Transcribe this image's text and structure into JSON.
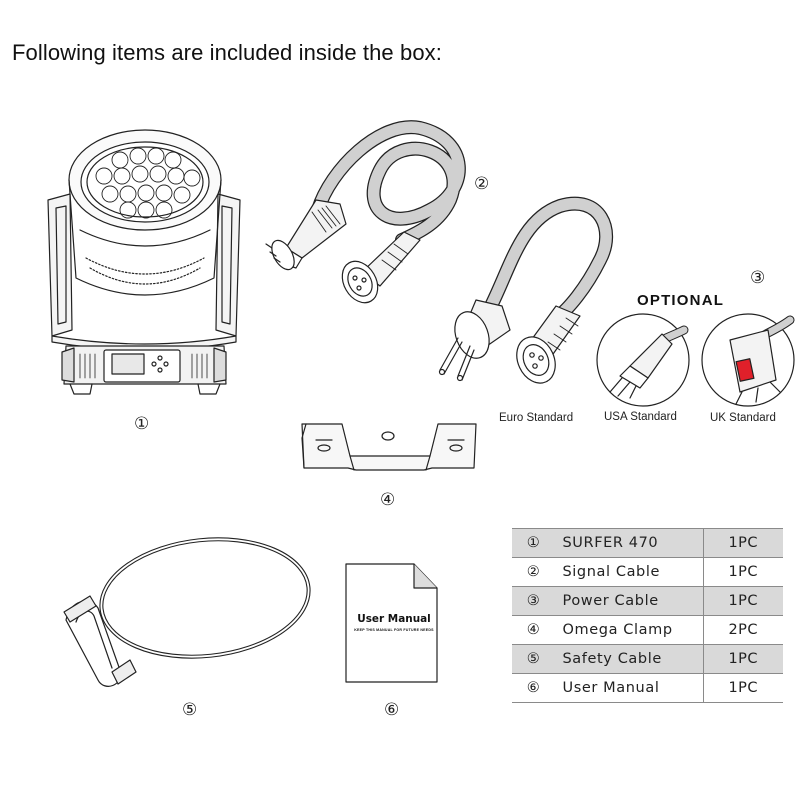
{
  "heading": "Following items are included inside the box:",
  "figure_labels": {
    "moving_head": "①",
    "signal_cable": "②",
    "power_cable": "③",
    "omega_clamp": "④",
    "safety_cable": "⑤",
    "user_manual": "⑥"
  },
  "optional_label": "OPTIONAL",
  "plug_captions": {
    "euro": "Euro Standard",
    "usa": "USA Standard",
    "uk": "UK Standard"
  },
  "manual_cover": {
    "title": "User Manual",
    "subtitle": "KEEP THIS MANUAL FOR FUTURE NEEDS"
  },
  "items": [
    {
      "index": "①",
      "name": "SURFER 470",
      "qty": "1PC",
      "shaded": true
    },
    {
      "index": "②",
      "name": "Signal Cable",
      "qty": "1PC",
      "shaded": false
    },
    {
      "index": "③",
      "name": "Power Cable",
      "qty": "1PC",
      "shaded": true
    },
    {
      "index": "④",
      "name": "Omega Clamp",
      "qty": "2PC",
      "shaded": false
    },
    {
      "index": "⑤",
      "name": "Safety Cable",
      "qty": "1PC",
      "shaded": true
    },
    {
      "index": "⑥",
      "name": "User Manual",
      "qty": "1PC",
      "shaded": false
    }
  ],
  "colors": {
    "cable": "#d0d0d0",
    "outline": "#222222",
    "row_shade": "#d9d9d9",
    "uk_fuse": "#e0202a"
  }
}
